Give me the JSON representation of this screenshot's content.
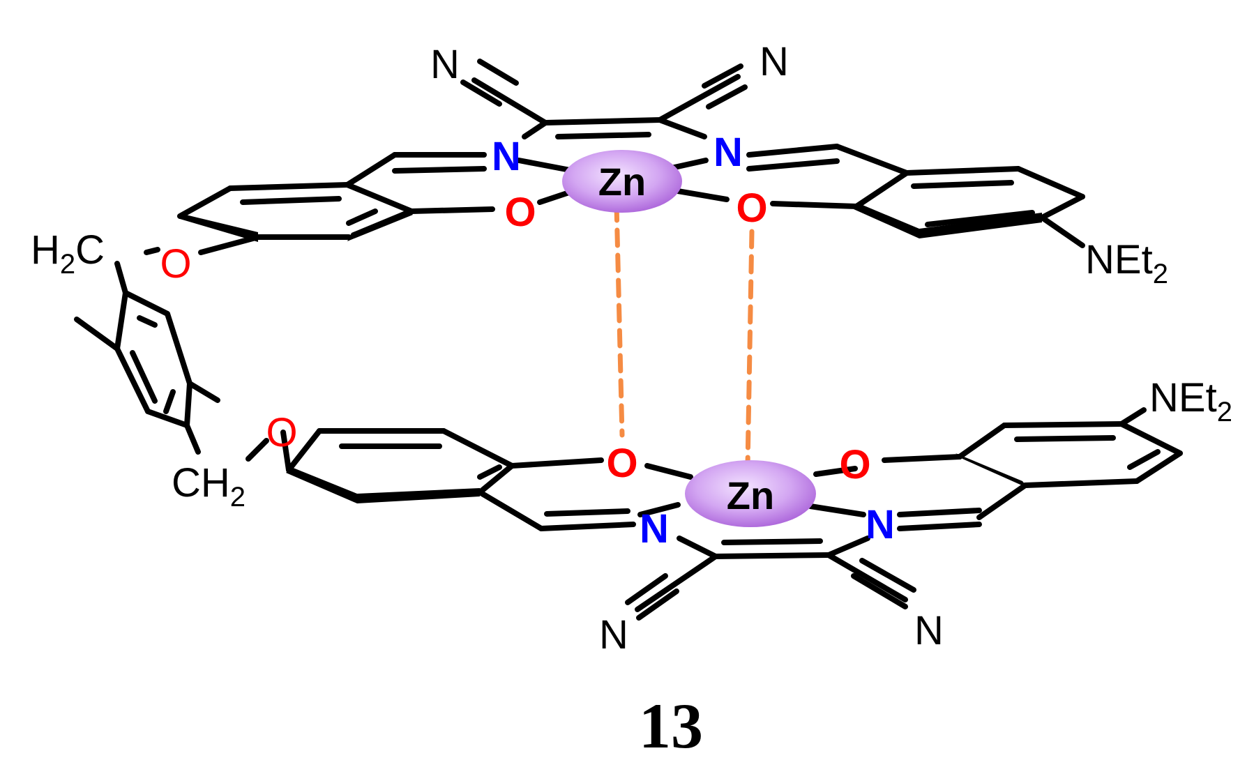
{
  "compound_number": "13",
  "metal": {
    "label": "Zn",
    "color": "#c58bea"
  },
  "colors": {
    "nitrogen": "#0000ff",
    "oxygen": "#ff0000",
    "interaction": "#f58b43",
    "bond": "#000000"
  },
  "labels": {
    "nitrile_n": "N",
    "imine_n": "N",
    "oxygen": "O",
    "amine_main": "NEt",
    "amine_sub": "2",
    "linker_h": "H",
    "linker_c": "C",
    "linker_ch": "CH",
    "linker_sub": "2"
  }
}
